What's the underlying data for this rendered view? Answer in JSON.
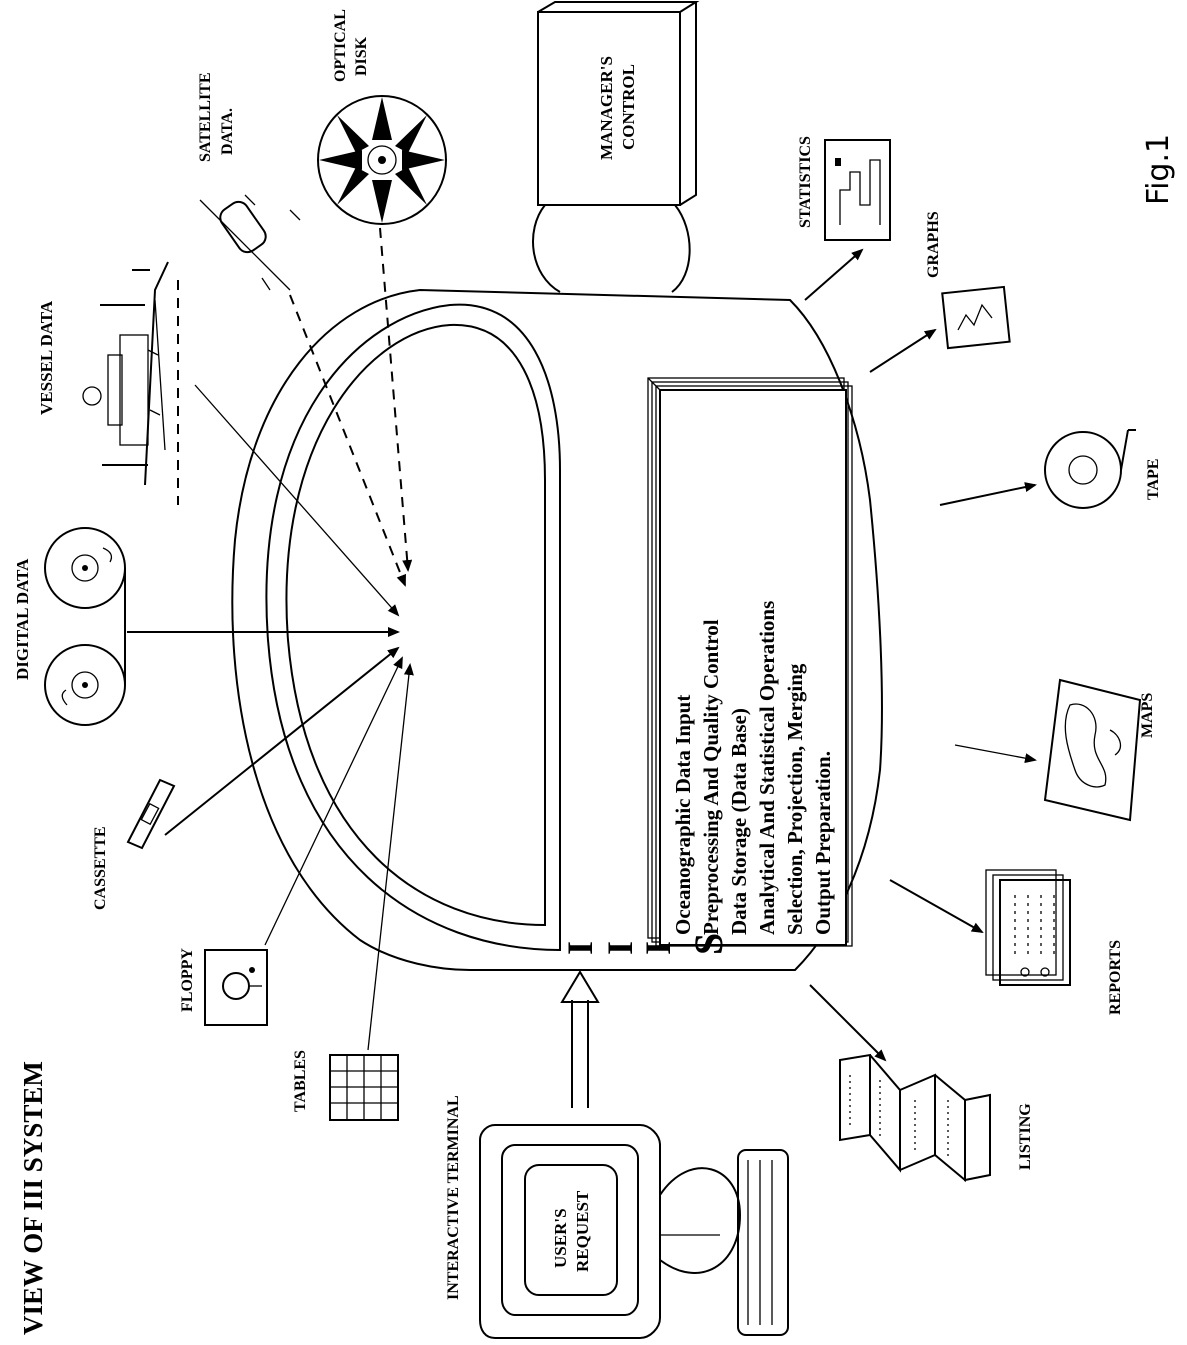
{
  "title": "VIEW OF III SYSTEM",
  "figure_label": "Fig.1",
  "system_letters": [
    "I",
    "I",
    "I",
    "S"
  ],
  "core_operations": [
    "Oceanographic Data Input",
    "Preprocessing And Quality Control",
    "Data Storage (Data Base)",
    "Analytical And Statistical Operations",
    "Selection, Projection, Merging",
    "Output Preparation."
  ],
  "inputs": {
    "digital_data": "DIGITAL DATA",
    "vessel_data": "VESSEL DATA",
    "satellite_data": [
      "SATELLITE",
      "DATA."
    ],
    "optical_disk": [
      "OPTICAL",
      "DISK"
    ],
    "cassette": "CASSETTE",
    "floppy": "FLOPPY",
    "tables": "TABLES"
  },
  "outputs": {
    "statistics": "STATISTICS",
    "graphs": "GRAPHS",
    "tape": "TAPE",
    "maps": "MAPS",
    "reports": "REPORTS",
    "listing": "LISTING"
  },
  "manager_control": [
    "MANAGER'S",
    "CONTROL"
  ],
  "interactive_terminal": "INTERACTIVE TERMINAL",
  "user_request": [
    "USER'S",
    "REQUEST"
  ]
}
